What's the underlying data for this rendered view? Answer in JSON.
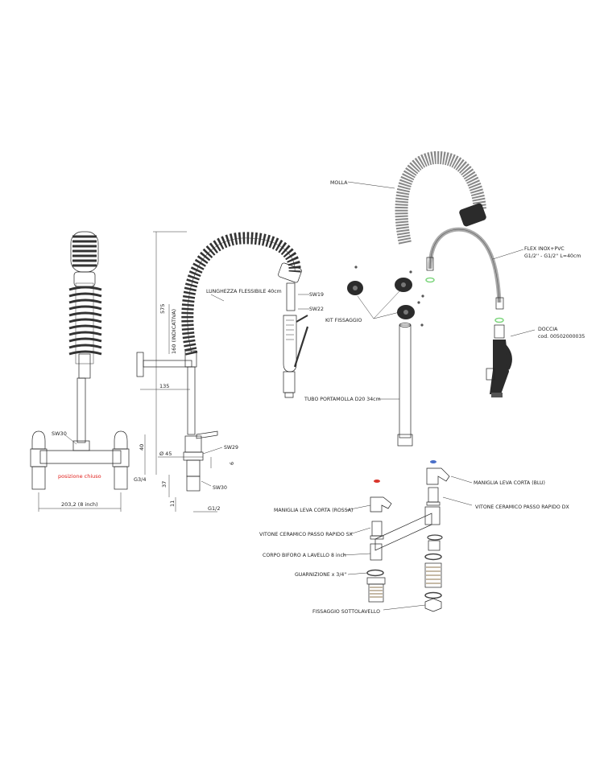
{
  "technical_drawing": {
    "front_view": {
      "left_sw": "SW30",
      "closed_position": "posizione chiuso",
      "width_dim": "203,2 (8 inch)"
    },
    "side_view": {
      "hose_length": "LUNGHEZZA FLESSIBILE 40cm",
      "sw19": "SW19",
      "sw22": "SW22",
      "sw29": "SW29",
      "sw30": "SW30",
      "dim_575": "575",
      "dim_160": "160 (INDICATIVA)",
      "dim_135": "135",
      "dim_40": "40",
      "dim_45": "Ø 45",
      "dim_6": "6",
      "dim_g34": "G3/4",
      "dim_37": "37",
      "dim_11": "11",
      "dim_g12": "G1/2"
    }
  },
  "exploded_view": {
    "spring": "MOLLA",
    "flex_hose_1": "FLEX INOX+PVC",
    "flex_hose_2": "G1/2'' - G1/2'' L=40cm",
    "fixing_kit": "KIT FISSAGGIO",
    "shower": "DOCCIA",
    "shower_code": "cod. 00502000035",
    "spring_tube": "TUBO PORTAMOLLA D20 34cm",
    "lever_blue": "MANIGLIA LEVA CORTA (BLU)",
    "lever_red": "MANIGLIA LEVA CORTA (ROSSA)",
    "cartridge_dx": "VITONE CERAMICO PASSO RAPIDO DX",
    "cartridge_sx": "VITONE CERAMICO PASSO RAPIDO SX",
    "body": "CORPO BIFORO A LAVELLO 8 inch",
    "gasket": "GUARNIZIONE x 3/4''",
    "underbasin_fixing": "FISSAGGIO SOTTOLAVELLO"
  },
  "colors": {
    "line": "#222222",
    "metal_light": "#e4e6e8",
    "metal_dark": "#9a9ea3",
    "rubber": "#2b2b2b",
    "brass": "#c8942e",
    "red_cap": "#d9352b",
    "blue_cap": "#4a6fc8",
    "hose_green": "#7ed67e",
    "label_red": "#e0201c"
  }
}
